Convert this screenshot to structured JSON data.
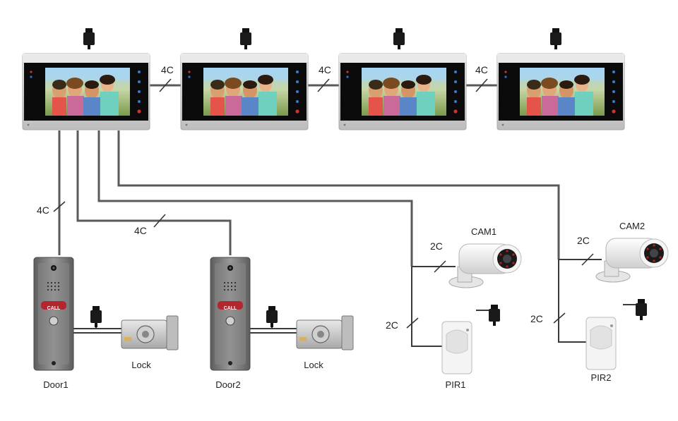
{
  "wire_labels": {
    "monitor_link_1": "4C",
    "monitor_link_2": "4C",
    "monitor_link_3": "4C",
    "door1_wire": "4C",
    "door2_wire": "4C",
    "cam1_wire": "2C",
    "pir1_wire": "2C",
    "cam2_wire": "2C",
    "pir2_wire": "2C"
  },
  "devices": {
    "door1": "Door1",
    "door2": "Door2",
    "lock1": "Lock",
    "lock2": "Lock",
    "cam1": "CAM1",
    "cam2": "CAM2",
    "pir1": "PIR1",
    "pir2": "PIR2",
    "call_label": "CALL"
  },
  "colors": {
    "wire": "#5a5a5a",
    "monitor_frame": "#dcdcdc",
    "monitor_bezel": "#0c0c0c",
    "door_panel": "#8c8c8c",
    "call_button": "#b3262e",
    "device_white": "#f2f2f2"
  }
}
